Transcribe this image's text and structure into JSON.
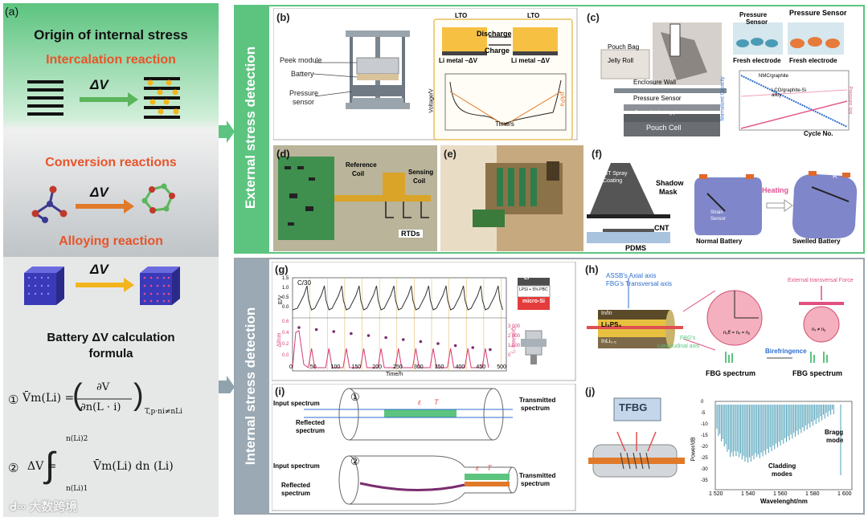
{
  "panel_a": {
    "label": "(a)",
    "title": "Origin of internal stress",
    "intercalation": "Intercalation reaction",
    "conversion": "Conversion reactions",
    "alloying": "Alloying reaction",
    "delta_v": "ΔV",
    "formula_title_1": "Battery ΔV calculation",
    "formula_title_2": "formula",
    "eq1_num": "①",
    "eq2_num": "②",
    "eq1_lhs": "V̄m(Li) =",
    "eq1_frac_top": "∂V",
    "eq1_frac_bot": "∂n(L · i)",
    "eq1_sub": "T,p·ni≠nLi",
    "eq2_lhs": "ΔV =",
    "eq2_upper": "n(Li)2",
    "eq2_lower": "n(Li)1",
    "eq2_body": "V̄m(Li) dn (Li)",
    "watermark": "大数跨境"
  },
  "external": {
    "title": "External stress detection",
    "b": {
      "label": "(b)",
      "peek": "Peek module",
      "battery": "Battery",
      "pressure": "Pressure",
      "sensor": "sensor",
      "lto1": "LTO",
      "lto2": "LTO",
      "discharge": "Discharge",
      "charge": "Charge",
      "li1": "Li metal –ΔV",
      "li2": "Li metal –ΔV",
      "ylabel": "Voltage/V",
      "y2label": "p/kPa",
      "xlabel": "Time/s"
    },
    "c": {
      "label": "(c)",
      "pouch_bag": "Pouch Bag",
      "jelly_roll": "Jelly Roll",
      "ps1": "Pressure",
      "ps1b": "Sensor",
      "ps2": "Pressure Sensor",
      "fresh1": "Fresh electrode",
      "fresh2": "Fresh electrode",
      "enclosure": "Enclosure Wall",
      "pressure_sensor": "Pressure Sensor",
      "force_plate": "Force distributing plate",
      "pouch_cell": "Pouch Cell",
      "legend1": "NMC/graphite",
      "legend2": "LCO/graphite-Si alloy",
      "ylabel": "Normalized Capacity",
      "y2label": "Pressure /psi",
      "xlabel": "Cycle No."
    },
    "d": {
      "label": "(d)",
      "ref_coil": "Reference",
      "ref_coil2": "Coil",
      "sensing": "Sensing",
      "sensing2": "Coil",
      "rtds": "RTDs"
    },
    "e": {
      "label": "(e)"
    },
    "f": {
      "label": "(f)",
      "cnt_spray": "CNT Spray",
      "coating": "Coating",
      "shadow": "Shadow",
      "mask": "Mask",
      "cnt": "CNT",
      "pdms": "PDMS",
      "strain": "Strain",
      "sensor": "Sensor",
      "heating": "Heating",
      "normal": "Normal Battery",
      "swelled": "Swelled Battery",
      "r": "R"
    }
  },
  "internal": {
    "title": "Internal stress detection",
    "g": {
      "label": "(g)",
      "rate": "C/30",
      "y1": "E/V",
      "y2": "Δl/nm",
      "y3": "Q/(mAh g⁻¹)",
      "xlabel": "Time/h",
      "xticks": [
        "0",
        "50",
        "100",
        "150",
        "200",
        "250",
        "300",
        "350",
        "400",
        "450",
        "500"
      ],
      "y1ticks": [
        "1.5",
        "1.0",
        "0.5",
        "0.0"
      ],
      "y2ticks": [
        "0.6",
        "0.4",
        "0.2",
        "0.0"
      ],
      "y3ticks": [
        "3 000",
        "2 000",
        "1 000",
        "0"
      ],
      "li": "Li",
      "lpsi": "LPSI + 5% PBC",
      "microsi": "micro-Si"
    },
    "h": {
      "label": "(h)",
      "assb": "ASSB's Axial axis",
      "fbg_t": "FBG's Transversal axis",
      "in1": "In/In",
      "li3ps4": "Li₃PS₄",
      "in2": "InLi₀.₅",
      "fbg_l": "FBG's",
      "fbg_l2": "Longitudinal axis",
      "ext_force": "External transversal Force",
      "neff1": "nₑff = nₓ = nᵧ",
      "neff2": "nₓ ≠ nᵧ",
      "birefringence": "Birefringence",
      "spec1": "FBG spectrum",
      "spec2": "FBG spectrum"
    },
    "i": {
      "label": "(i)",
      "in1": "Input spectrum",
      "refl1": "Reflected",
      "refl1b": "spectrum",
      "trans1": "Transmitted",
      "trans1b": "spectrum",
      "in2": "Input spectrum",
      "refl2": "Reflected",
      "refl2b": "spectrum",
      "trans2": "Transmitted",
      "trans2b": "spectrum",
      "n1": "①",
      "n2": "②",
      "eps": "ε",
      "t": "T"
    },
    "j": {
      "label": "(j)",
      "tfbg": "TFBG",
      "ylabel": "Power/dB",
      "xlabel": "Wavelenght/nm",
      "xticks": [
        "1 520",
        "1 540",
        "1 560",
        "1 580",
        "1 600"
      ],
      "yticks": [
        "0",
        "-5",
        "-10",
        "-15",
        "-20",
        "-25",
        "-30",
        "-35"
      ],
      "bragg": "Bragg",
      "mode": "mode",
      "cladding": "Cladding",
      "modes": "modes"
    }
  }
}
